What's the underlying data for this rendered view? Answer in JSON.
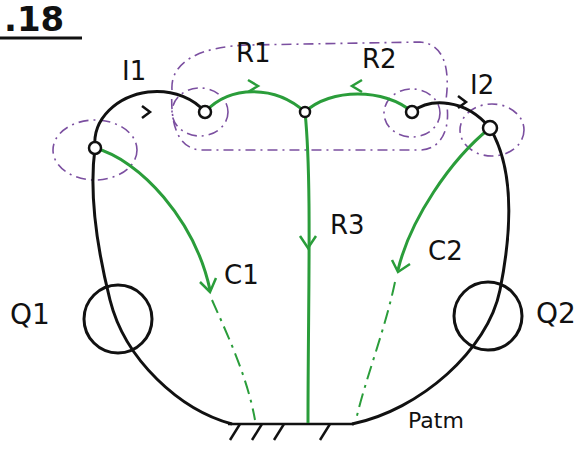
{
  "diagram": {
    "nodes": [
      {
        "text": [
          "Q1"
        ]
      },
      {
        "text": [
          "Q2"
        ]
      }
    ],
    "labels": [
      ".18",
      "I1",
      "R1",
      "R2",
      "I2",
      "R3",
      "C1",
      "C2",
      "Patm"
    ]
  }
}
